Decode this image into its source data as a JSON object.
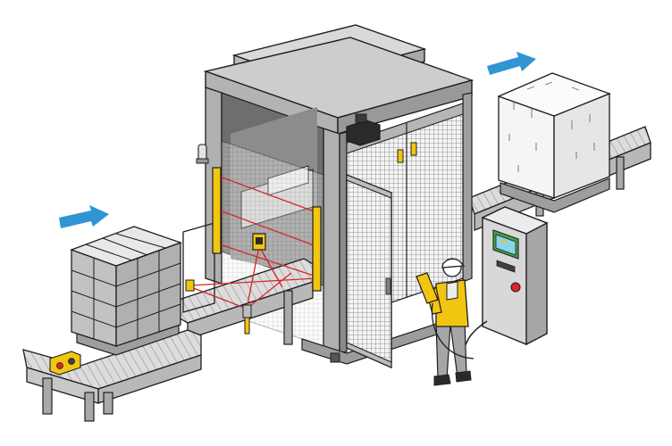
{
  "colors": {
    "outline": "#1e1e1e",
    "grey_light": "#d4d4d4",
    "grey_mid": "#a9a9a9",
    "grey_dark": "#808080",
    "box_light": "#ececec",
    "yellow": "#f2c511",
    "laser_red": "#d8262a",
    "arrow_blue": "#2f95d3",
    "stop_red": "#d9262b",
    "screen_green": "#41a34a",
    "worker_vest": "#f2c511",
    "worker_pants": "#a6a6a6"
  },
  "icons": {
    "infeed_arrow": "arrow-right-icon",
    "outfeed_arrow": "arrow-right-icon",
    "emergency_stop": "emergency-stop-icon",
    "warning_beacon": "beacon-icon",
    "camera": "camera-icon"
  },
  "elements": {
    "infeed_pallet": "stacked-boxes-pallet",
    "outfeed_pallet": "wrapped-pallet",
    "machine": "pallet-wrapping-cell",
    "light_curtain": "safety-light-curtain",
    "door": "mesh-safety-door",
    "control_cabinet": "control-panel",
    "operator": "worker-with-helmet"
  }
}
